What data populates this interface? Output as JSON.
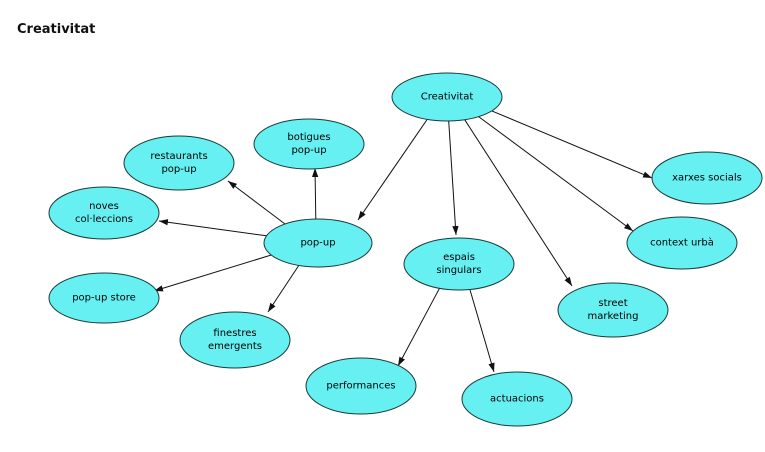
{
  "title": "Creativitat",
  "colors": {
    "node_fill": "#66f0f2",
    "node_stroke": "#1a3a3a",
    "edge": "#111111"
  },
  "nodes": {
    "creativitat": {
      "lines": [
        "Creativitat"
      ]
    },
    "popup": {
      "lines": [
        "pop-up"
      ]
    },
    "espais": {
      "lines": [
        "espais",
        "singulars"
      ]
    },
    "street": {
      "lines": [
        "street",
        "marketing"
      ]
    },
    "context": {
      "lines": [
        "context urbà"
      ]
    },
    "xarxes": {
      "lines": [
        "xarxes socials"
      ]
    },
    "botigues": {
      "lines": [
        "botigues",
        "pop-up"
      ]
    },
    "restaurants": {
      "lines": [
        "restaurants",
        "pop-up"
      ]
    },
    "noves": {
      "lines": [
        "noves",
        "col·leccions"
      ]
    },
    "store": {
      "lines": [
        "pop-up store"
      ]
    },
    "finestres": {
      "lines": [
        "finestres",
        "emergents"
      ]
    },
    "performances": {
      "lines": [
        "performances"
      ]
    },
    "actuacions": {
      "lines": [
        "actuacions"
      ]
    }
  },
  "edges": [
    {
      "from": "creativitat",
      "to": "popup"
    },
    {
      "from": "creativitat",
      "to": "espais"
    },
    {
      "from": "creativitat",
      "to": "street"
    },
    {
      "from": "creativitat",
      "to": "context"
    },
    {
      "from": "creativitat",
      "to": "xarxes"
    },
    {
      "from": "popup",
      "to": "botigues"
    },
    {
      "from": "popup",
      "to": "restaurants"
    },
    {
      "from": "popup",
      "to": "noves"
    },
    {
      "from": "popup",
      "to": "store"
    },
    {
      "from": "popup",
      "to": "finestres"
    },
    {
      "from": "espais",
      "to": "performances"
    },
    {
      "from": "espais",
      "to": "actuacions"
    }
  ]
}
